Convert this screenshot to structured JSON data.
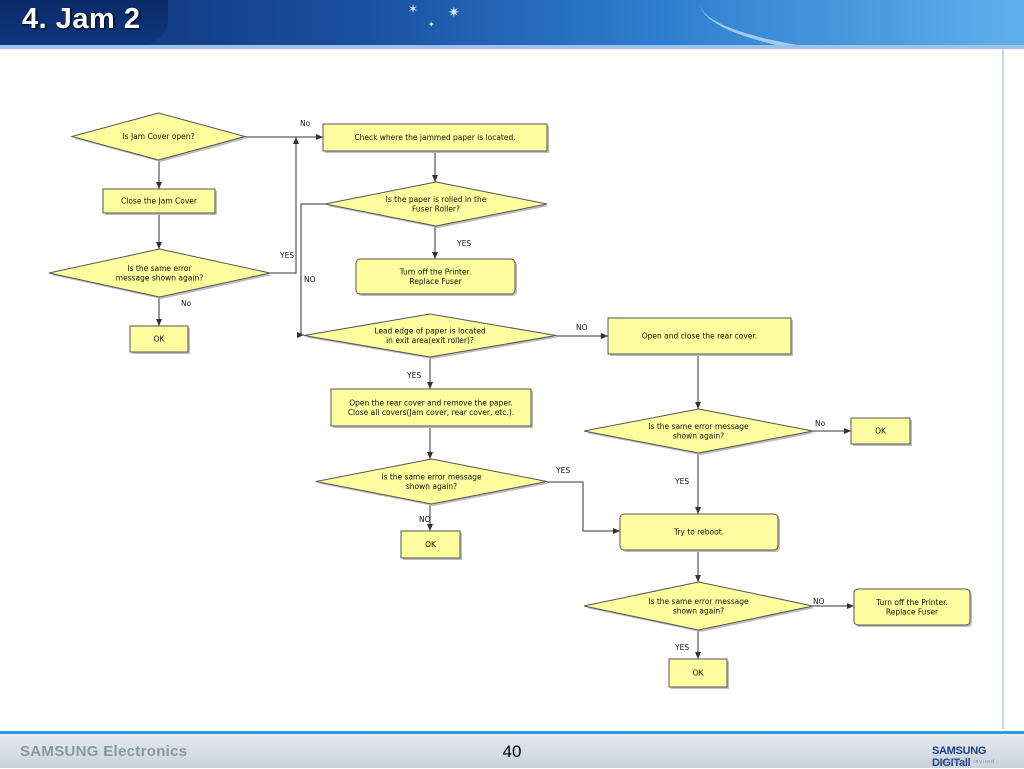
{
  "header": {
    "title": "4. Jam 2"
  },
  "footer": {
    "brand": "SAMSUNG Electronics",
    "page_number": "40",
    "logo": "SAMSUNG DIGITall",
    "logo_tagline": "everyone's invited"
  },
  "flowchart": {
    "nodes": {
      "q_jam_open": [
        "Is Jam Cover open?"
      ],
      "close_jam": [
        "Close the Jam Cover"
      ],
      "q_error1": [
        "Is the same error",
        "message shown again?"
      ],
      "ok1": [
        "OK"
      ],
      "check_paper": [
        "Check where the jammed paper is located."
      ],
      "q_fuser": [
        "Is the paper is rolled in the",
        "Fuser Roller?"
      ],
      "replace_fuser1": [
        "Turn off the Printer.",
        "Replace Fuser"
      ],
      "q_lead_edge": [
        "Lead edge of paper is located",
        "in exit area(exit roller)?"
      ],
      "open_rear1": [
        "Open and close the rear cover."
      ],
      "open_rear2": [
        "Open the rear cover and  remove the paper.",
        "Close all covers(Jam cover, rear cover, etc.)."
      ],
      "q_error2": [
        "Is the same error message",
        "shown again?"
      ],
      "ok2": [
        "OK"
      ],
      "q_error3": [
        "Is the same error message",
        "shown again?"
      ],
      "ok3": [
        "OK"
      ],
      "reboot": [
        "Try to reboot."
      ],
      "q_error4": [
        "Is the same error message",
        "shown again?"
      ],
      "replace_fuser2": [
        "Turn off the Printer.",
        "Replace Fuser"
      ],
      "ok4": [
        "OK"
      ]
    },
    "edge_labels": {
      "jam_no": "No",
      "err1_yes": "YES",
      "err1_no": "No",
      "fuser_no": "NO",
      "fuser_yes": "YES",
      "lead_no": "NO",
      "lead_yes": "YES",
      "err3_no": "No",
      "err3_yes": "YES",
      "err2_yes": "YES",
      "err2_no": "NO",
      "err4_no": "NO",
      "err4_yes": "YES"
    }
  }
}
